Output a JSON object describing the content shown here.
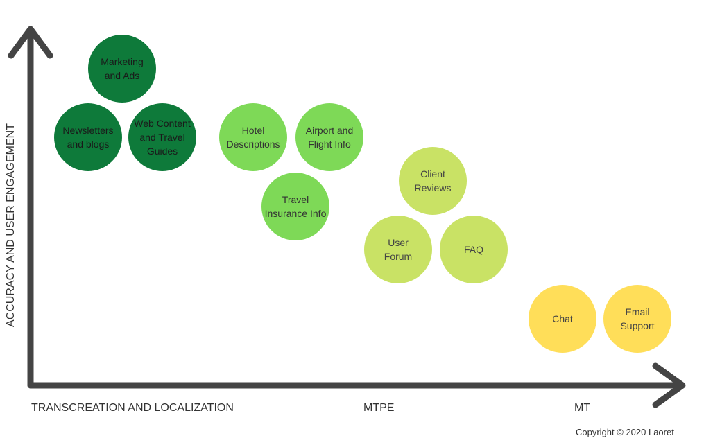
{
  "axes": {
    "y_label": "ACCURACY AND USER ENGAGEMENT",
    "x_labels": [
      "TRANSCREATION AND LOCALIZATION",
      "MTPE",
      "MT"
    ]
  },
  "colors": {
    "axis": "#444444",
    "transcreation": "#0e7a3a",
    "localization": "#7ed957",
    "mtpe": "#c9e265",
    "mt": "#ffde59"
  },
  "bubbles": [
    {
      "lines": [
        "Marketing",
        "and Ads"
      ],
      "group": "transcreation"
    },
    {
      "lines": [
        "Newsletters",
        "and blogs"
      ],
      "group": "transcreation"
    },
    {
      "lines": [
        "Web Content",
        "and Travel",
        "Guides"
      ],
      "group": "transcreation"
    },
    {
      "lines": [
        "Hotel",
        "Descriptions"
      ],
      "group": "localization"
    },
    {
      "lines": [
        "Airport and",
        "Flight Info"
      ],
      "group": "localization"
    },
    {
      "lines": [
        "Travel",
        "Insurance Info"
      ],
      "group": "localization"
    },
    {
      "lines": [
        "Client",
        "Reviews"
      ],
      "group": "mtpe"
    },
    {
      "lines": [
        "User",
        "Forum"
      ],
      "group": "mtpe"
    },
    {
      "lines": [
        "FAQ"
      ],
      "group": "mtpe"
    },
    {
      "lines": [
        "Chat"
      ],
      "group": "mt"
    },
    {
      "lines": [
        "Email",
        "Support"
      ],
      "group": "mt"
    }
  ],
  "copyright": "Copyright © 2020 Laoret"
}
